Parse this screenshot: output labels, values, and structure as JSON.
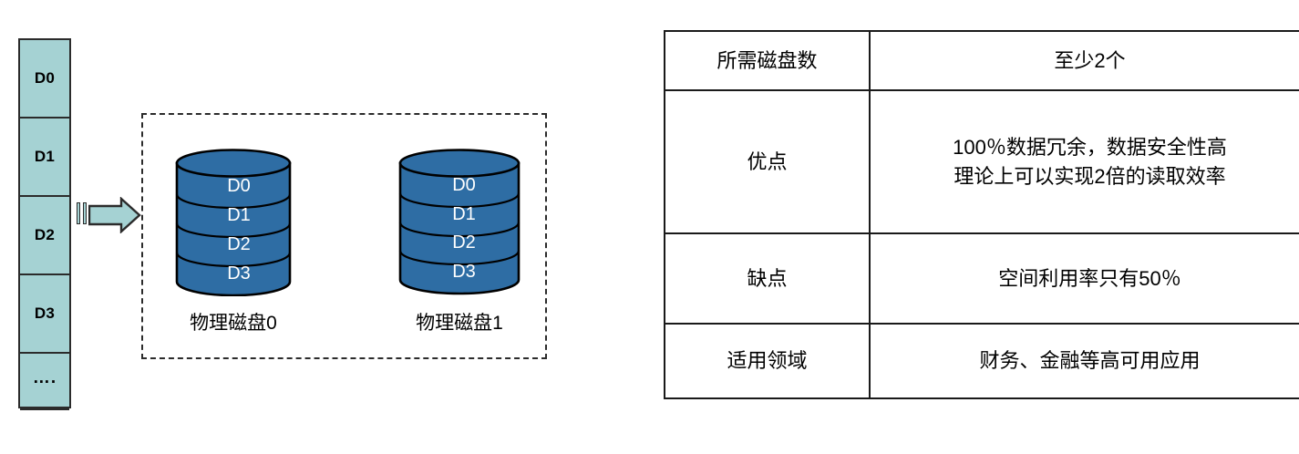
{
  "diagram": {
    "source_column": {
      "name": "incoming-data-stream",
      "cells": [
        {
          "label": "D0",
          "kind": "data"
        },
        {
          "label": "D1",
          "kind": "data"
        },
        {
          "label": "D2",
          "kind": "data"
        },
        {
          "label": "D3",
          "kind": "data"
        },
        {
          "label": "….",
          "kind": "ellipsis"
        },
        {
          "label": "",
          "kind": "empty"
        }
      ],
      "fill_color": "#a5d2d3",
      "stroke_color": "#2b2b2b"
    },
    "arrow": {
      "name": "write-flow-arrow",
      "direction": "right",
      "fill_color": "#a5d2d3",
      "stroke_color": "#2b2b2b"
    },
    "disks": [
      {
        "label": "物理磁盘0",
        "slices": [
          "D0",
          "D1",
          "D2",
          "D3"
        ],
        "fill_color": "#2e6da4",
        "stroke_color": "#000000",
        "text_color": "#ffffff"
      },
      {
        "label": "物理磁盘1",
        "slices": [
          "D0",
          "D1",
          "D2",
          "D3"
        ],
        "fill_color": "#2e6da4",
        "stroke_color": "#000000",
        "text_color": "#ffffff"
      }
    ],
    "group_box": {
      "name": "mirrored-disk-group",
      "border_style": "dashed",
      "border_color": "#2b2b2b"
    }
  },
  "spec_table": {
    "rows": [
      {
        "label": "所需磁盘数",
        "value_lines": [
          "至少2个"
        ]
      },
      {
        "label": "优点",
        "value_lines": [
          "100％数据冗余，数据安全性高",
          "理论上可以实现2倍的读取效率"
        ]
      },
      {
        "label": "缺点",
        "value_lines": [
          "空间利用率只有50％"
        ]
      },
      {
        "label": "适用领域",
        "value_lines": [
          "财务、金融等高可用应用"
        ]
      }
    ],
    "border_color": "#1a1a1a"
  }
}
